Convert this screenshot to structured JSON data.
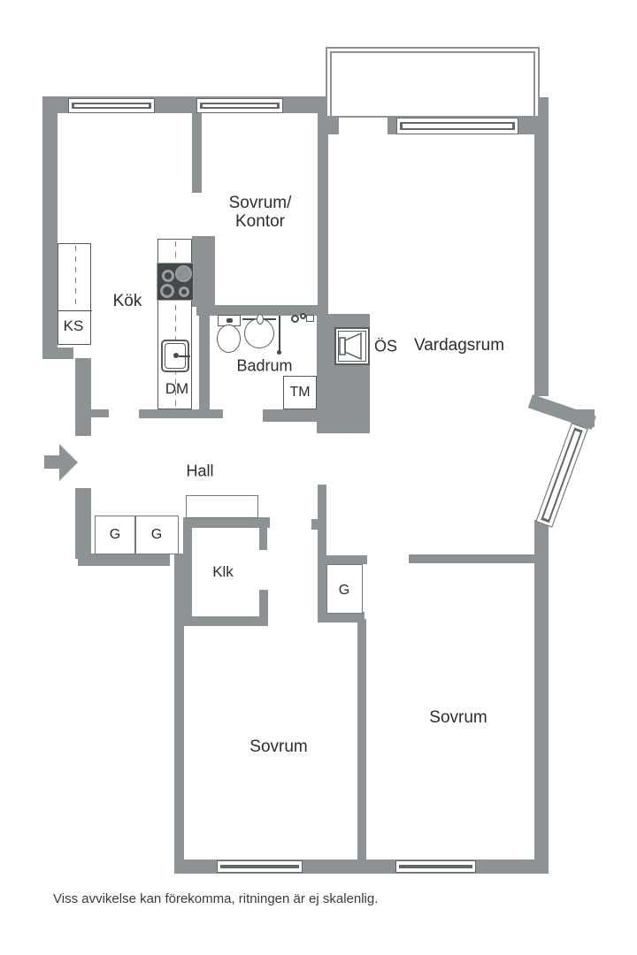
{
  "plan": {
    "rooms": {
      "sovrum_kontor_line1": "Sovrum/",
      "sovrum_kontor_line2": "Kontor",
      "kok": "Kök",
      "badrum": "Badrum",
      "vardagsrum": "Vardagsrum",
      "hall": "Hall",
      "klk": "Klk",
      "sovrum_center": "Sovrum",
      "sovrum_right": "Sovrum"
    },
    "fixtures": {
      "ks": "KS",
      "dm": "DM",
      "tm": "TM",
      "os": "ÖS",
      "wardrobe_hall_1": "G",
      "wardrobe_hall_2": "G",
      "wardrobe_bedroom": "G"
    },
    "footer": {
      "disclaimer": "Viss avvikelse kan förekomma, ritningen är ej skalenlig."
    },
    "colors": {
      "wall": "#8d9394",
      "fixture_outline": "#565c5e",
      "text": "#2d2d2d",
      "background": "#ffffff"
    }
  }
}
